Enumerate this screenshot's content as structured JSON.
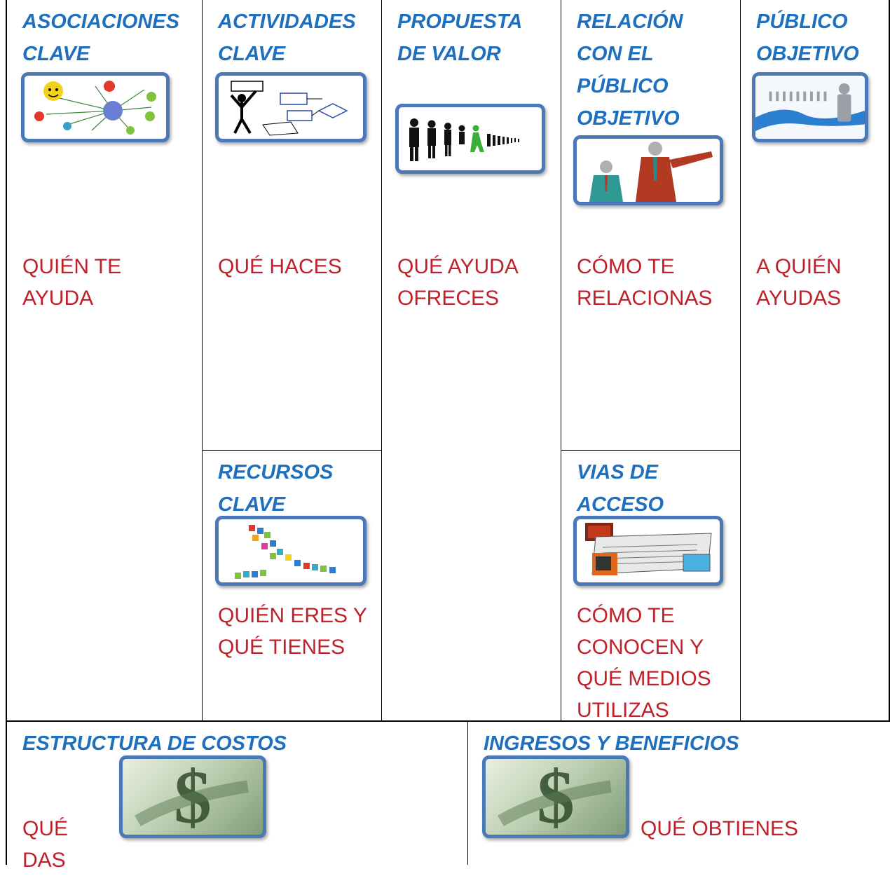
{
  "canvas": {
    "sections": [
      {
        "id": "asociaciones",
        "title": [
          "ASOCIACIONES",
          "CLAVE"
        ],
        "body": [
          "QUIÉN TE",
          "AYUDA"
        ],
        "icon": "network-smileys-icon"
      },
      {
        "id": "actividades",
        "title": [
          "ACTIVIDADES",
          "CLAVE"
        ],
        "body": [
          "QUÉ HACES"
        ],
        "icon": "flowchart-icon"
      },
      {
        "id": "propuesta",
        "title": [
          "PROPUESTA",
          "DE VALOR"
        ],
        "body": [
          "QUÉ AYUDA",
          "OFRECES"
        ],
        "icon": "people-queue-icon"
      },
      {
        "id": "relacion",
        "title": [
          "RELACIÓN",
          "CON EL",
          "PÚBLICO",
          "OBJETIVO"
        ],
        "body": [
          "CÓMO TE",
          "RELACIONAS"
        ],
        "icon": "businessmen-icon"
      },
      {
        "id": "publico",
        "title": [
          "PÚBLICO",
          "OBJETIVO"
        ],
        "body": [
          "A QUIÉN",
          "AYUDAS"
        ],
        "icon": "crowd-road-icon"
      },
      {
        "id": "recursos",
        "title": [
          "RECURSOS",
          "CLAVE"
        ],
        "body": [
          "QUIÉN ERES Y",
          "QUÉ TIENES"
        ],
        "icon": "puzzle-pieces-icon"
      },
      {
        "id": "vias",
        "title": [
          "VIAS DE",
          "ACCESO"
        ],
        "body": [
          "CÓMO TE",
          "CONOCEN Y",
          "QUÉ MEDIOS",
          "UTILIZAS"
        ],
        "icon": "media-newspaper-tv-icon"
      },
      {
        "id": "costos",
        "title": [
          "ESTRUCTURA DE COSTOS"
        ],
        "body": [
          "QUÉ DAS"
        ],
        "icon": "dollar-sign-icon"
      },
      {
        "id": "ingresos",
        "title": [
          "INGRESOS Y BENEFICIOS"
        ],
        "body": [
          "QUÉ OBTIENES"
        ],
        "icon": "dollar-sign-icon"
      }
    ]
  },
  "colors": {
    "heading": "#1f6fbf",
    "body": "#c0202a",
    "frame": "#4a79b8"
  }
}
